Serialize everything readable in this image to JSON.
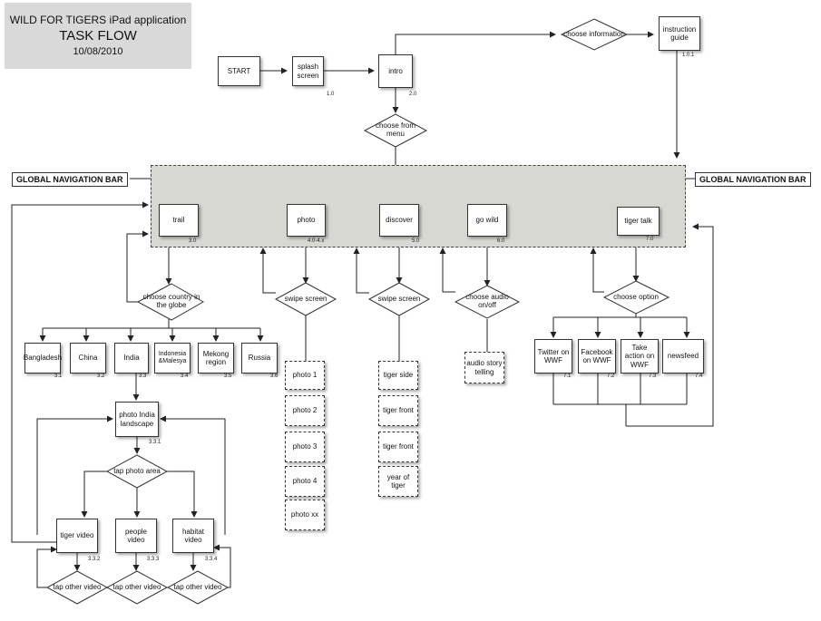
{
  "header": {
    "line1": "WILD FOR TIGERS iPad application",
    "line2": "TASK FLOW",
    "line3": "10/08/2010"
  },
  "nav_label_left": "GLOBAL NAVIGATION BAR",
  "nav_label_right": "GLOBAL NAVIGATION BAR",
  "nodes": {
    "start": "START",
    "splash": "splash screen",
    "intro": "intro",
    "instruction": "instruction guide",
    "trail": "trail",
    "photo": "photo",
    "discover": "discover",
    "gowild": "go wild",
    "tigertalk": "tiger talk",
    "bangladesh": "Bangladesh",
    "china": "China",
    "india": "India",
    "indonesia": "Indonesia &Malesya",
    "mekong": "Mekong region",
    "russia": "Russia",
    "photo_india": "photo India landscape",
    "tiger_video": "tiger video",
    "people_video": "people video",
    "habitat_video": "habitat video",
    "photo1": "photo 1",
    "photo2": "photo 2",
    "photo3": "photo 3",
    "photo4": "photo 4",
    "photoxx": "photo xx",
    "tiger_side": "tiger side",
    "tiger_front1": "tiger front",
    "tiger_front2": "tiger front",
    "year_tiger": "year of tiger",
    "audio_story": "audio story telling",
    "twitter": "Twitter on WWF",
    "facebook": "Facebook on WWF",
    "takeaction": "Take action on WWF",
    "newsfeed": "newsfeed"
  },
  "decisions": {
    "choose_info": "choose information",
    "choose_menu": "choose from menu",
    "choose_country": "choose country in the globe",
    "swipe1": "swipe screen",
    "swipe2": "swipe screen",
    "choose_audio": "choose audio on/off",
    "choose_option": "choose option",
    "tap_photo": "tap photo area",
    "tap_other1": "tap other video",
    "tap_other2": "tap other video",
    "tap_other3": "tap other video"
  },
  "numbers": {
    "splash": "1.0",
    "intro": "2.0",
    "instruction": "1.0.1",
    "trail": "3.0",
    "photo": "4.0-4.x",
    "discover": "5.0",
    "gowild": "6.0",
    "tigertalk": "7.0",
    "bangladesh": "3.1",
    "china": "3.2",
    "india": "3.3",
    "indonesia": "3.4",
    "mekong": "3.5",
    "russia": "3.6",
    "photo_india": "3.3.1",
    "tiger_video": "3.3.2",
    "people_video": "3.3.3",
    "habitat_video": "3.3.4",
    "twitter": "7.1",
    "facebook": "7.2",
    "takeaction": "7.3",
    "newsfeed": "7.4"
  },
  "colors": {
    "nav_area": "#d8d8d3",
    "header_bg": "#d9d9d9",
    "line": "#222222"
  }
}
